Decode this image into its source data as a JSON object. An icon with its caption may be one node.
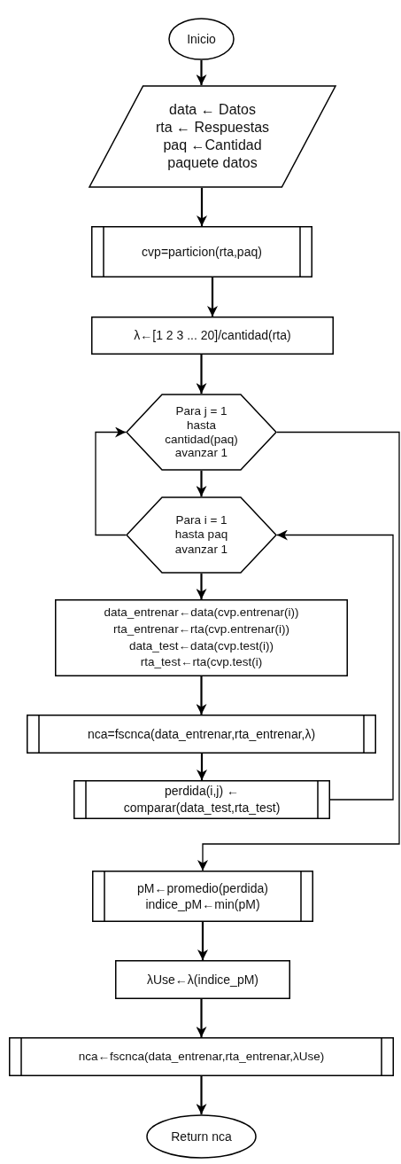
{
  "diagram": {
    "nodes": [
      {
        "text": [
          "Inicio"
        ]
      },
      {
        "text": [
          "data ← Datos",
          "rta ← Respuestas",
          "paq ←Cantidad paquete datos"
        ]
      },
      {
        "text": [
          "cvp=particion(rta,paq)"
        ]
      },
      {
        "text": [
          "λ←[1 2 3 ... 20]/cantidad(rta)"
        ]
      },
      {
        "text": [
          "Para j = 1",
          "hasta",
          "cantidad(paq)",
          "avanzar 1"
        ]
      },
      {
        "text": [
          "Para i = 1",
          "hasta paq",
          "avanzar 1"
        ]
      },
      {
        "text": [
          "data_entrenar←data(cvp.entrenar(i))",
          "rta_entrenar←rta(cvp.entrenar(i))",
          "data_test←data(cvp.test(i))",
          "rta_test←rta(cvp.test(i)"
        ]
      },
      {
        "text": [
          "nca=fscnca(data_entrenar,rta_entrenar,λ)"
        ]
      },
      {
        "text": [
          "perdida(i,j) ← comparar(data_test,rta_test)"
        ]
      },
      {
        "text": [
          "pM←promedio(perdida)",
          "indice_pM←min(pM)"
        ]
      },
      {
        "text": [
          "λUse←λ(indice_pM)"
        ]
      },
      {
        "text": [
          "nca←fscnca(data_entrenar,rta_entrenar,λUse)"
        ]
      },
      {
        "text": [
          "Return nca"
        ]
      }
    ],
    "edges": [
      {
        "from": 0,
        "to": 1,
        "arrow": "to"
      },
      {
        "from": 1,
        "to": 2,
        "arrow": "to"
      },
      {
        "from": 2,
        "to": 3,
        "arrow": "to"
      },
      {
        "from": 3,
        "to": 4,
        "arrow": "to"
      },
      {
        "from": 4,
        "to": 5,
        "arrow": "to"
      },
      {
        "from": 5,
        "to": 6,
        "arrow": "to"
      },
      {
        "from": 6,
        "to": 7,
        "arrow": "to"
      },
      {
        "from": 7,
        "to": 8,
        "arrow": "to"
      },
      {
        "from": 8,
        "to": 5,
        "arrow": "to"
      },
      {
        "from": 5,
        "to": 4,
        "arrow": "to"
      },
      {
        "from": 4,
        "to": 9,
        "arrow": "to"
      },
      {
        "from": 9,
        "to": 10,
        "arrow": "to"
      },
      {
        "from": 10,
        "to": 11,
        "arrow": "to"
      },
      {
        "from": 11,
        "to": 12,
        "arrow": "to"
      }
    ]
  }
}
